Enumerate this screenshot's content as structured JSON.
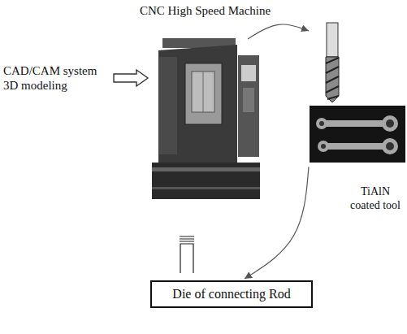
{
  "diagram": {
    "nodes": [
      {
        "text": [
          "CAD/CAM system 3D modeling"
        ]
      },
      {
        "text": [
          "CNC High Speed Machine"
        ]
      },
      {
        "text": [
          "TiAlN coated tool"
        ]
      },
      {
        "text": [
          "Die of connecting Rod"
        ]
      }
    ],
    "edges": [
      {
        "from": 0,
        "to": 1,
        "arrow": "to"
      },
      {
        "from": 1,
        "to": 2,
        "arrow": "to"
      },
      {
        "from": 2,
        "to": 3,
        "arrow": "to"
      }
    ]
  }
}
